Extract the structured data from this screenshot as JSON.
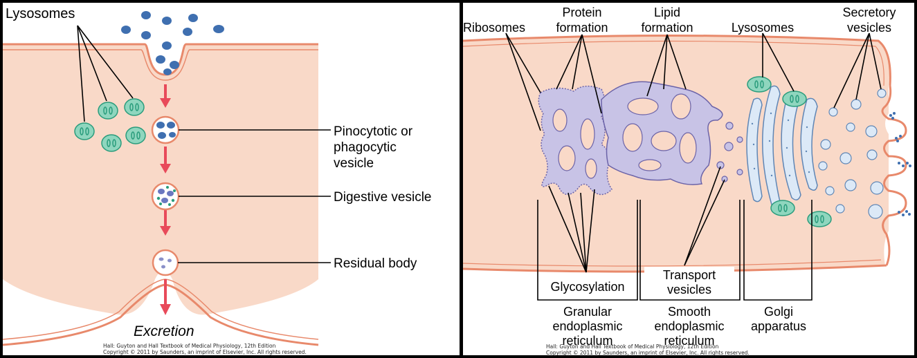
{
  "left": {
    "lysosomes_label": "Lysosomes",
    "pinocytotic_line1": "Pinocytotic or",
    "pinocytotic_line2": "phagocytic",
    "pinocytotic_line3": "vesicle",
    "digestive_label": "Digestive vesicle",
    "residual_label": "Residual body",
    "excretion_label": "Excretion",
    "credit_line1": "Hall: Guyton and Hall Textbook of Medical Physiology, 12th Edition",
    "credit_line2": "Copyright © 2011 by Saunders, an imprint of Elsevier, Inc. All rights reserved."
  },
  "right": {
    "ribosomes_label": "Ribosomes",
    "protein_line1": "Protein",
    "protein_line2": "formation",
    "lipid_line1": "Lipid",
    "lipid_line2": "formation",
    "lysosomes_label": "Lysosomes",
    "secretory_line1": "Secretory",
    "secretory_line2": "vesicles",
    "glycosylation_label": "Glycosylation",
    "transport_line1": "Transport",
    "transport_line2": "vesicles",
    "granular_line1": "Granular",
    "granular_line2": "endoplasmic",
    "granular_line3": "reticulum",
    "smooth_line1": "Smooth",
    "smooth_line2": "endoplasmic",
    "smooth_line3": "reticulum",
    "golgi_line1": "Golgi",
    "golgi_line2": "apparatus",
    "credit_line1": "Hall: Guyton and Hall Textbook of Medical Physiology, 12th Edition",
    "credit_line2": "Copyright © 2011 by Saunders, an imprint of Elsevier, Inc. All rights reserved."
  },
  "colors": {
    "cytoplasm": "#f9d9c8",
    "membrane": "#e8896b",
    "arrow": "#e84a5a",
    "lysosome_fill": "#8fd6be",
    "lysosome_stroke": "#2a9c7c",
    "particle": "#3f6fb0",
    "er_fill": "#c8c3e6",
    "er_stroke": "#6b63a8",
    "vesicle_fill": "#dce9f7",
    "vesicle_stroke": "#5f86b5"
  }
}
